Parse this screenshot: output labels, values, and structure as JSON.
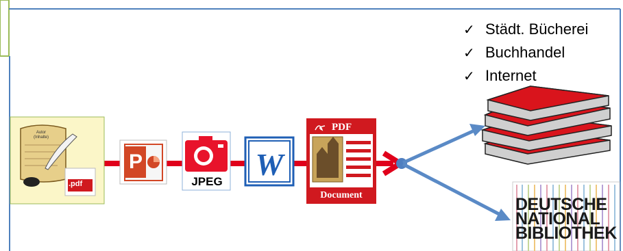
{
  "checklist": [
    {
      "icon": "checkmark-icon",
      "label": "Städt. Bücherei"
    },
    {
      "icon": "checkmark-icon",
      "label": "Buchhandel"
    },
    {
      "icon": "checkmark-icon",
      "label": "Internet"
    }
  ],
  "author_icon": {
    "title": "Autor",
    "subtitle": "(Inhalte)",
    "badge": ".pdf"
  },
  "jpeg_label": "JPEG",
  "pdf_doc": {
    "header": "PDF",
    "footer": "Document"
  },
  "dnb": {
    "line1": "DEUTSCHE",
    "line2": "NATIONAL",
    "line3": "BIBLIOTHEK"
  },
  "colors": {
    "border": "#4f81bd",
    "flow_line": "#e0001b",
    "branch_arrow": "#5a8ac6",
    "book_red": "#d9141c",
    "doc_red": "#d0191f",
    "word_blue": "#1f5fb5",
    "ppt_orange": "#d24726",
    "author_bg": "#fbf6c8"
  }
}
